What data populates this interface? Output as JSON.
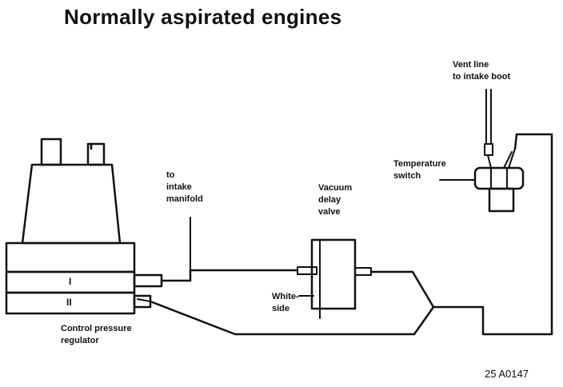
{
  "title": "Normally aspirated engines",
  "labels": {
    "vent_line_1": "Vent line",
    "vent_line_2": "to intake boot",
    "temperature_switch_1": "Temperature",
    "temperature_switch_2": "switch",
    "vacuum_delay_1": "Vacuum",
    "vacuum_delay_2": "delay",
    "vacuum_delay_3": "valve",
    "intake_manifold_1": "to",
    "intake_manifold_2": "intake",
    "intake_manifold_3": "manifold",
    "white_side_1": "White-",
    "white_side_2": "side",
    "control_pressure_1": "Control pressure",
    "control_pressure_2": "regulator",
    "port_one": "I",
    "port_two": "II"
  },
  "figure_number": "25  A0147"
}
